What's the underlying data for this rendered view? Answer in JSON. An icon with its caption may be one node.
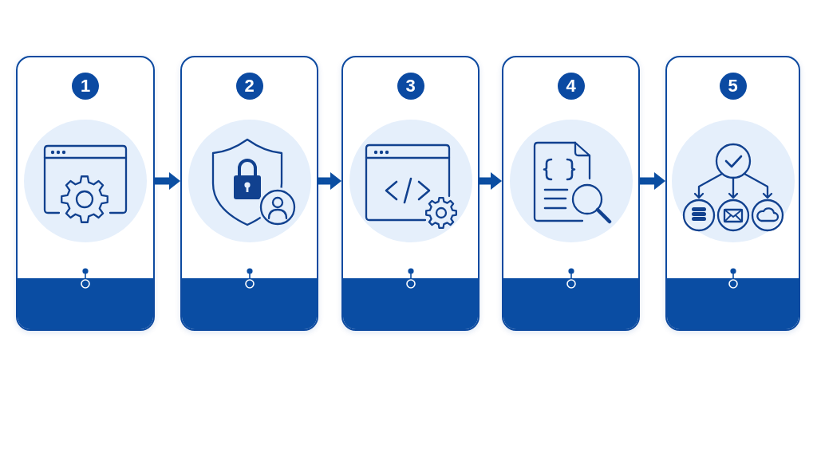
{
  "diagram": {
    "nodes": [
      {
        "text": [
          "1"
        ]
      },
      {
        "text": [
          "2"
        ]
      },
      {
        "text": [
          "3"
        ]
      },
      {
        "text": [
          "4"
        ]
      },
      {
        "text": [
          "5"
        ]
      }
    ],
    "edges": [
      {
        "from": 0,
        "to": 1,
        "arrow": "to"
      },
      {
        "from": 1,
        "to": 2,
        "arrow": "to"
      },
      {
        "from": 2,
        "to": 3,
        "arrow": "to"
      },
      {
        "from": 3,
        "to": 4,
        "arrow": "to"
      }
    ]
  }
}
